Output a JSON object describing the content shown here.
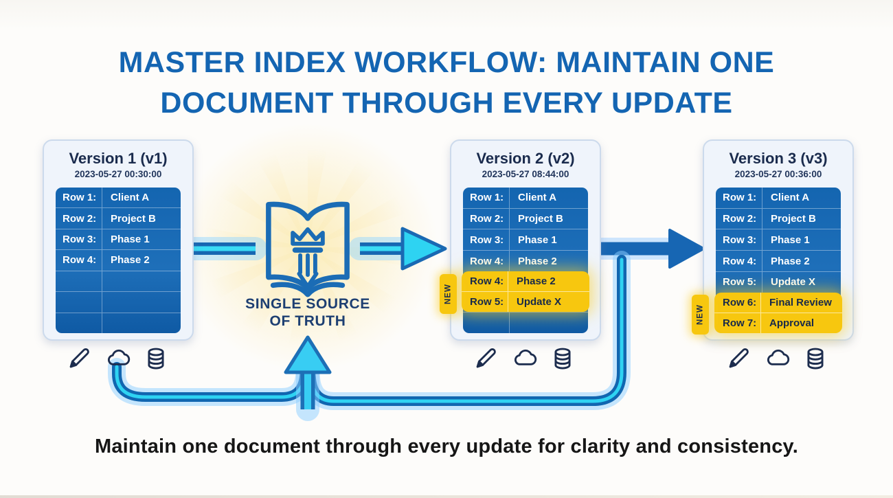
{
  "title": {
    "line1": "MASTER INDEX WORKFLOW: MAINTAIN ONE",
    "line2": "DOCUMENT THROUGH EVERY UPDATE"
  },
  "caption": "Maintain one document through every update for clarity and consistency.",
  "center": {
    "icon": "open-book-crown-icon",
    "label_line1": "SINGLE SOURCE",
    "label_line2": "OF TRUTH"
  },
  "new_badge": "NEW",
  "cards": [
    {
      "id": "v1",
      "title": "Version 1 (v1)",
      "timestamp": "2023-05-27 00:30:00",
      "rows": [
        {
          "label": "Row 1:",
          "value": "Client A",
          "highlight": false
        },
        {
          "label": "Row 2:",
          "value": "Project B",
          "highlight": false
        },
        {
          "label": "Row 3:",
          "value": "Phase 1",
          "highlight": false
        },
        {
          "label": "Row 4:",
          "value": "Phase 2",
          "highlight": false
        },
        {
          "label": "",
          "value": "",
          "highlight": false
        },
        {
          "label": "",
          "value": "",
          "highlight": false
        },
        {
          "label": "",
          "value": "",
          "highlight": false
        }
      ],
      "has_new_badge": false
    },
    {
      "id": "v2",
      "title": "Version 2 (v2)",
      "timestamp": "2023-05-27 08:44:00",
      "rows": [
        {
          "label": "Row 1:",
          "value": "Client A",
          "highlight": false
        },
        {
          "label": "Row 2:",
          "value": "Project B",
          "highlight": false
        },
        {
          "label": "Row 3:",
          "value": "Phase 1",
          "highlight": false
        },
        {
          "label": "Row 4:",
          "value": "Phase 2",
          "highlight": false
        },
        {
          "label": "Row 4:",
          "value": "Phase 2",
          "highlight": true
        },
        {
          "label": "Row 5:",
          "value": "Update X",
          "highlight": true
        },
        {
          "label": "",
          "value": "",
          "highlight": false
        }
      ],
      "has_new_badge": true
    },
    {
      "id": "v3",
      "title": "Version 3 (v3)",
      "timestamp": "2023-05-27 00:36:00",
      "rows": [
        {
          "label": "Row 1:",
          "value": "Client A",
          "highlight": false
        },
        {
          "label": "Row 2:",
          "value": "Project B",
          "highlight": false
        },
        {
          "label": "Row 3:",
          "value": "Phase 1",
          "highlight": false
        },
        {
          "label": "Row 4:",
          "value": "Phase 2",
          "highlight": false
        },
        {
          "label": "Row 5:",
          "value": "Update X",
          "highlight": false
        },
        {
          "label": "Row 6:",
          "value": "Final Review",
          "highlight": true
        },
        {
          "label": "Row 7:",
          "value": "Approval",
          "highlight": true
        }
      ],
      "has_new_badge": true
    }
  ],
  "icons": {
    "under_each_card": [
      "pencil-icon",
      "cloud-icon",
      "database-icon"
    ]
  },
  "colors": {
    "title_blue": "#1465b2",
    "navy_text": "#1a2b4d",
    "table_blue": "#1563ae",
    "highlight_yellow": "#f7c70f",
    "beam_cyan": "#2ed3f2",
    "beam_blue": "#1767b2",
    "card_bg": "#eff4fb",
    "card_border": "#ccdaec",
    "glow_yellow": "#fbecb7"
  }
}
